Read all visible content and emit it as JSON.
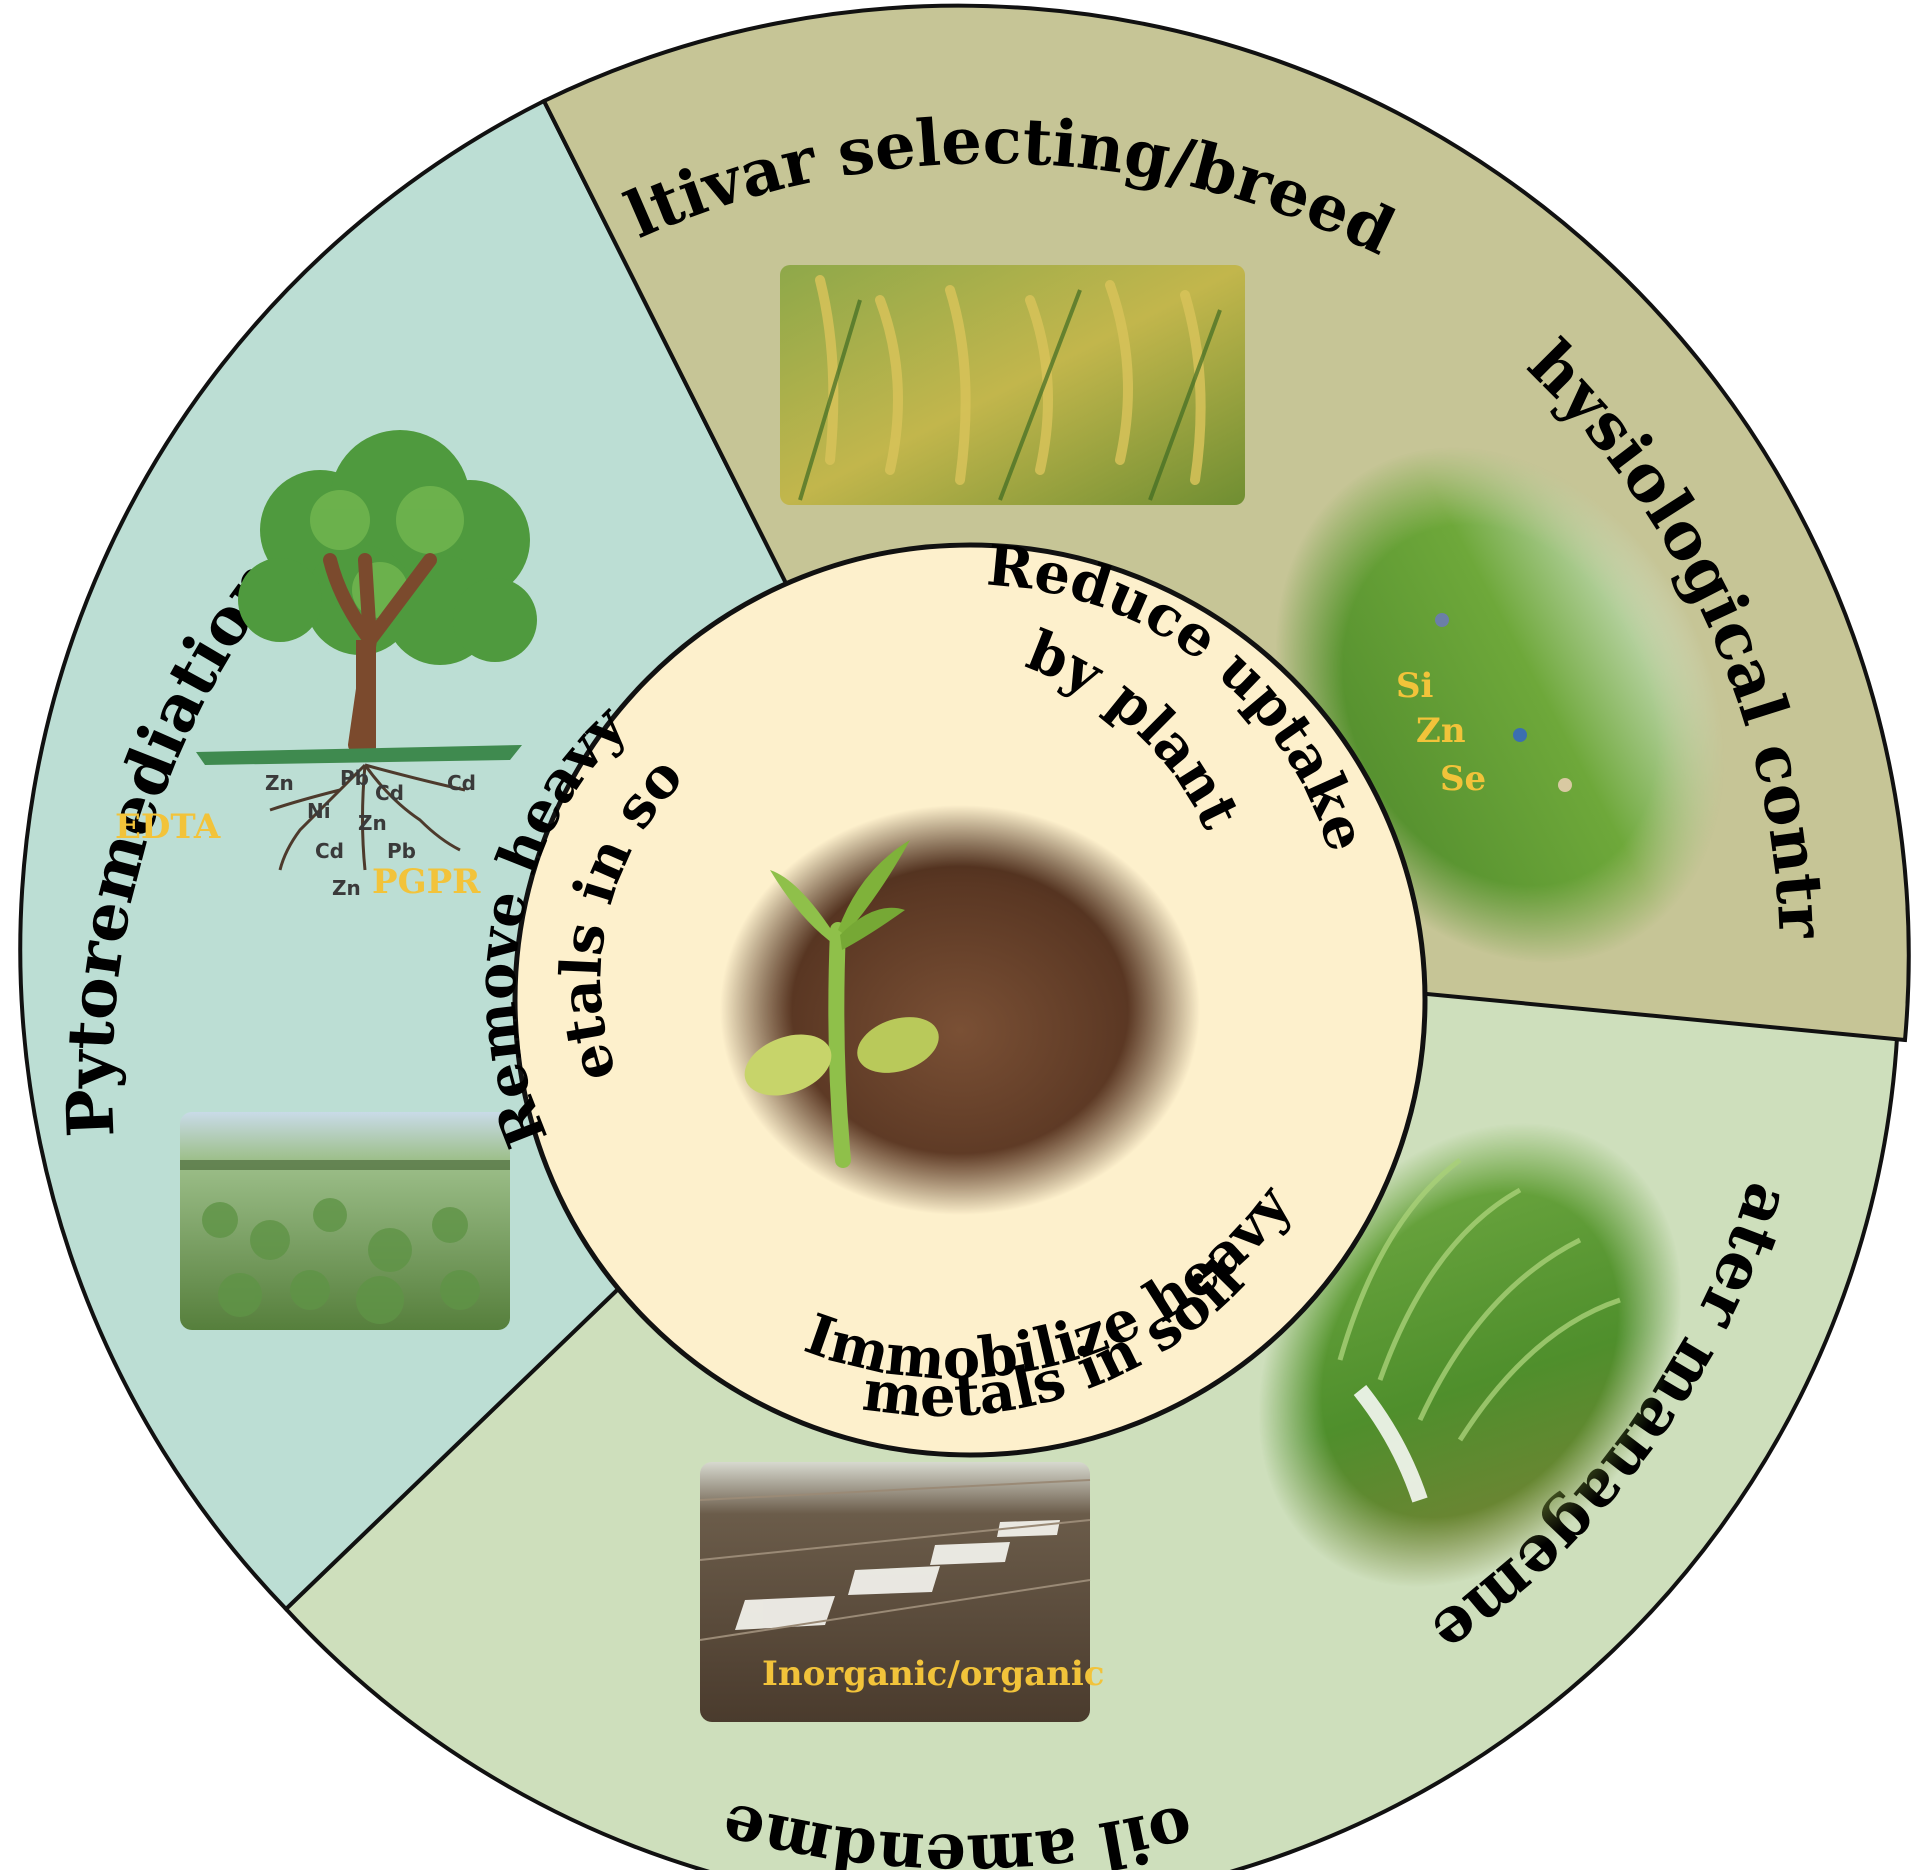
{
  "colors": {
    "pytoremediation_bg": "#bcded4",
    "cultivar_bg": "#c6c596",
    "water_soil_bg": "#cedfbc",
    "inner_circle_bg": "#fdf0cc",
    "annotation_yellow": "#f2c33a",
    "outline": "#111111"
  },
  "sectors": {
    "cultivar": {
      "label": "Cultivar selecting/breeding"
    },
    "physiological": {
      "label": "Physiological control",
      "elements": [
        "Si",
        "Zn",
        "Se"
      ]
    },
    "water": {
      "label": "Water management"
    },
    "soil": {
      "label": "Soil amendment",
      "annotation": "Inorganic/organic"
    },
    "pytoremediation": {
      "label": "Pytoremediation",
      "annotation_left": "EDTA",
      "annotation_right": "PGPR",
      "root_metals": [
        "Zn",
        "Pb",
        "Cd",
        "Cd",
        "Ni",
        "Zn",
        "Cd",
        "Pb",
        "Zn"
      ]
    }
  },
  "inner": {
    "reduce": {
      "line1": "Reduce uptake",
      "line2": "by  plant"
    },
    "remove": {
      "line1": "Remove heavy",
      "line2": "metals in soil"
    },
    "immobilize": {
      "line1": "Immobilize heavy",
      "line2": "metals in soil"
    }
  },
  "icons": {
    "tree": "tree-with-roots-illustration",
    "rice": "rice-panicles-photo",
    "field": "rice-field-photo",
    "seedling": "seedling-in-soil-photo",
    "cabbage": "crop-field-photo",
    "plots": "soil-plots-photo",
    "paddy": "paddy-water-photo"
  }
}
